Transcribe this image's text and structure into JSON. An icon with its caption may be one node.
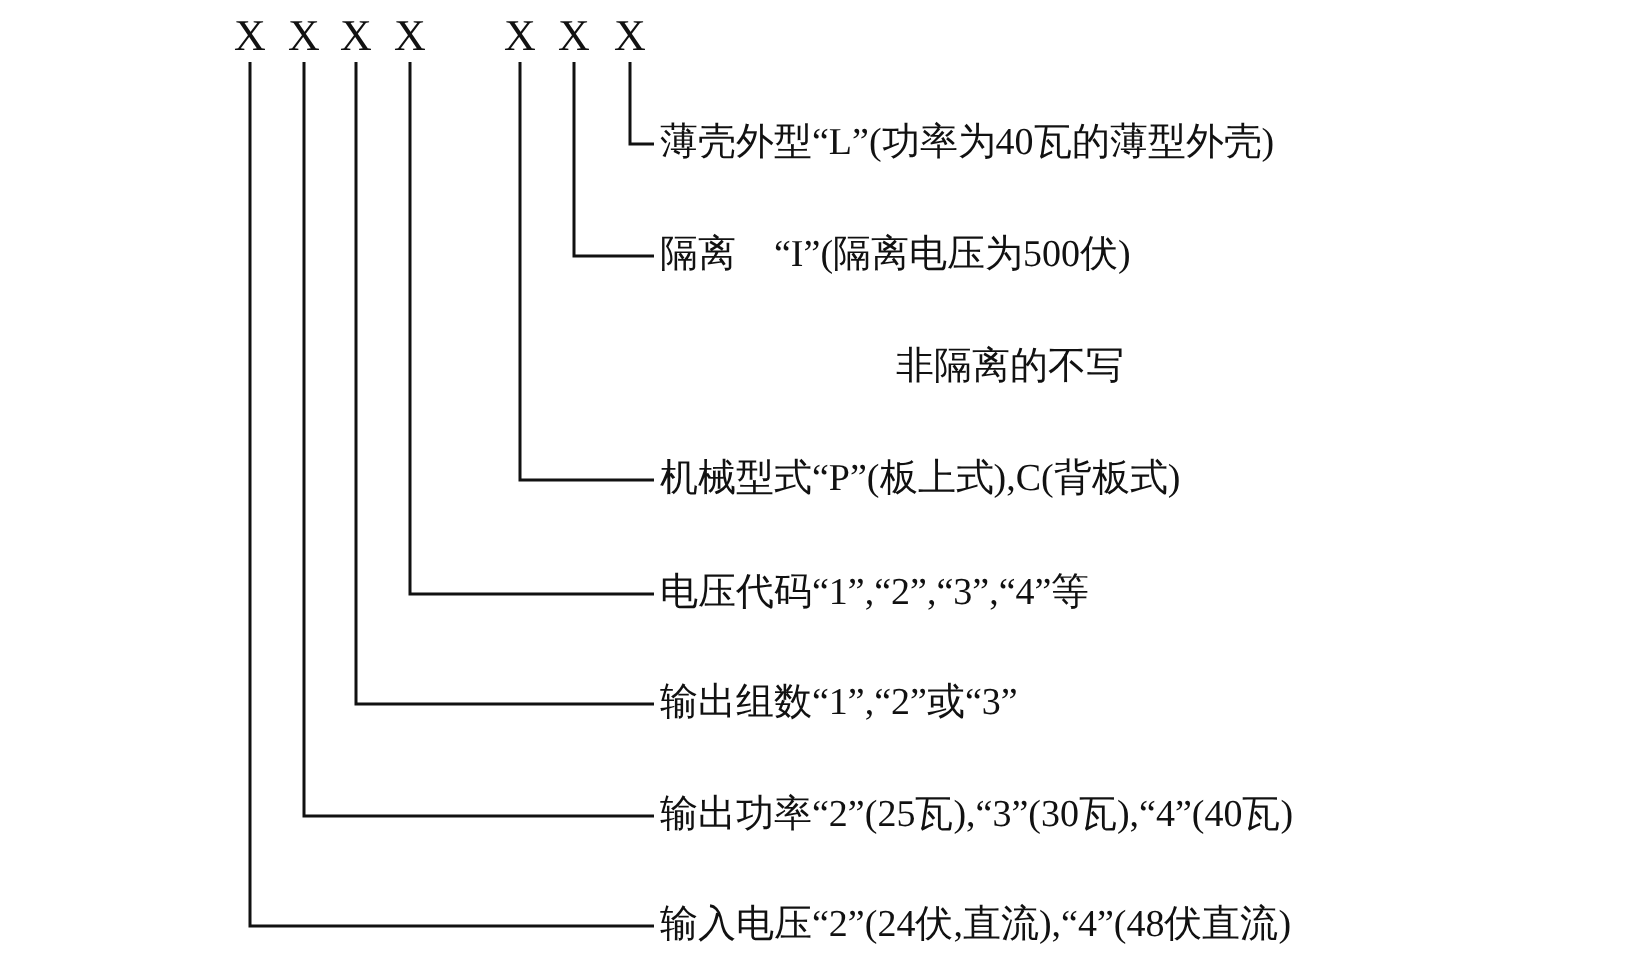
{
  "diagram": {
    "nodes": [
      {
        "text": [
          "X"
        ]
      },
      {
        "text": [
          "X"
        ]
      },
      {
        "text": [
          "X"
        ]
      },
      {
        "text": [
          "X"
        ]
      },
      {
        "text": [
          "X"
        ]
      },
      {
        "text": [
          "X"
        ]
      },
      {
        "text": [
          "X"
        ]
      },
      {
        "text": [
          "薄壳外型“L”(功率为40瓦的薄型外壳)"
        ]
      },
      {
        "text": [
          "隔离　“I”(隔离电压为500伏)",
          "非隔离的不写"
        ]
      },
      {
        "text": [
          "机械型式“P”(板上式),C(背板式)"
        ]
      },
      {
        "text": [
          "电压代码“1”,“2”,“3”,“4”等"
        ]
      },
      {
        "text": [
          "输出组数“1”,“2”或“3”"
        ]
      },
      {
        "text": [
          "输出功率“2”(25瓦),“3”(30瓦),“4”(40瓦)"
        ]
      },
      {
        "text": [
          "输入电压“2”(24伏,直流),“4”(48伏直流)"
        ]
      }
    ],
    "edges": [
      {
        "from": 6,
        "to": 7,
        "arrow": "none"
      },
      {
        "from": 5,
        "to": 8,
        "arrow": "none"
      },
      {
        "from": 4,
        "to": 9,
        "arrow": "none"
      },
      {
        "from": 3,
        "to": 10,
        "arrow": "none"
      },
      {
        "from": 2,
        "to": 11,
        "arrow": "none"
      },
      {
        "from": 1,
        "to": 12,
        "arrow": "none"
      },
      {
        "from": 0,
        "to": 13,
        "arrow": "none"
      }
    ]
  }
}
